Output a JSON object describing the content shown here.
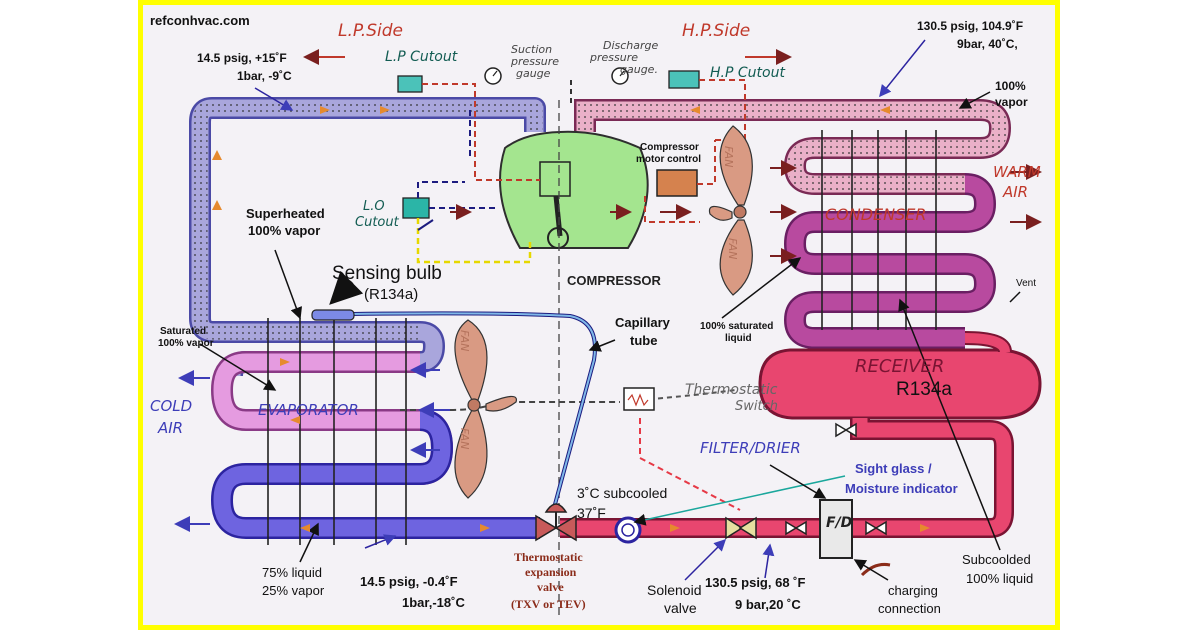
{
  "watermark": "refconhvac.com",
  "lp_side": "L.P.Side",
  "hp_side": "H.P.Side",
  "lp_state": [
    "14.5 psig, +15˚F",
    "1bar, -9˚C"
  ],
  "hp_state": [
    "130.5 psig, 104.9˚F",
    "9bar, 40˚C,"
  ],
  "vapor100": [
    "100%",
    "vapor"
  ],
  "lp_cutout": "L.P Cutout",
  "hp_cutout": "H.P Cutout",
  "suction_gauge": [
    "Suction",
    "pressure",
    "gauge"
  ],
  "discharge_gauge": [
    "Discharge",
    "pressure",
    "gauge."
  ],
  "motor_control": [
    "Compressor",
    "motor control"
  ],
  "lo_cutout": [
    "L.O",
    "Cutout"
  ],
  "superheated": [
    "Superheated",
    "100% vapor"
  ],
  "compressor": "COMPRESSOR",
  "warm_air": [
    "WARM",
    "AIR"
  ],
  "condenser": "CONDENSER",
  "vent": "Vent",
  "sensing_bulb": "Sensing bulb",
  "sensing_bulb_ref": "(R134a)",
  "capillary": [
    "Capillary",
    "tube"
  ],
  "sat_liquid": [
    "100% saturated",
    "liquid"
  ],
  "sat_vapor": [
    "Saturated",
    "100% vapor"
  ],
  "cold_air": [
    "COLD",
    "AIR"
  ],
  "evaporator": "EVAPORATOR",
  "thermo_switch": [
    "Thermostatic",
    "Switch"
  ],
  "receiver": "RECEIVER",
  "receiver_ref": "R134a",
  "filter": "FILTER/DRIER",
  "sight_glass": [
    "Sight glass /",
    "Moisture indicator"
  ],
  "fd_label": "F/D",
  "subcooled3": [
    "3˚C subcooled",
    "37˚F"
  ],
  "txv": [
    "Thermostatic",
    "expansion",
    "valve",
    "(TXV or TEV)"
  ],
  "fan_label": "FAN",
  "liquid_mix": [
    "75% liquid",
    "25% vapor"
  ],
  "evap_state": [
    "14.5  psig,  -0.4˚F",
    "1bar,-18˚C"
  ],
  "solenoid": [
    "Solenoid",
    "valve"
  ],
  "liquid_state": [
    "130.5  psig, 68 ˚F",
    "9  bar,20 ˚C"
  ],
  "charging": [
    "charging",
    "connection"
  ],
  "subcooled_liq": [
    "Subcoolded",
    "100% liquid"
  ],
  "colors": {
    "frame": "#ffff00",
    "suction_line": "#a9a6dc",
    "discharge_line": "#e9a3c1",
    "condenser": "#b84a9f",
    "liquid_line": "#e8466f",
    "evaporator_lower": "#6e64e0",
    "evaporator_upper": "#e59be0",
    "compressor": "#a4e58f",
    "fan": "#d99a83"
  }
}
